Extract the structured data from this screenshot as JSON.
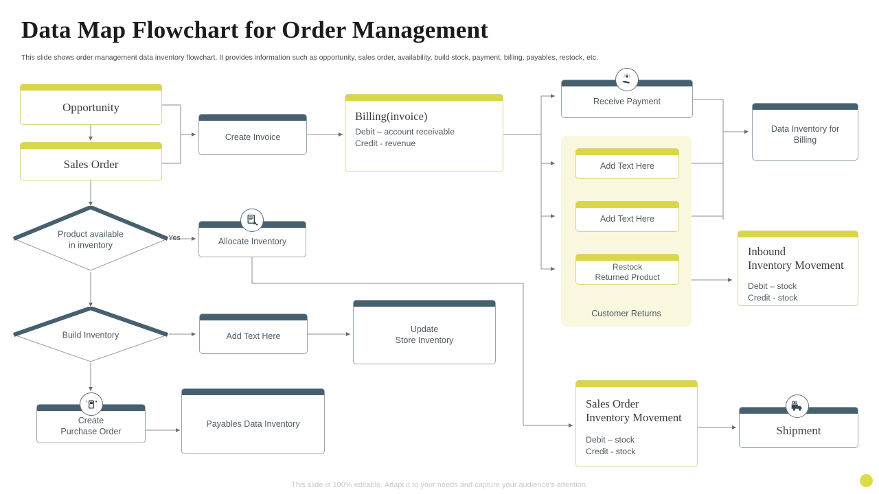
{
  "header": {
    "title": "Data Map Flowchart for Order Management",
    "subtitle": "This slide shows order management data inventory flowchart. It provides information such as opportunity, sales order, availability, build stock, payment, billing, payables, restock, etc."
  },
  "footer": {
    "note": "This slide is 100% editable. Adapt it to your needs and capture your audience's attention."
  },
  "colors": {
    "accent_yellow": "#d9d64a",
    "accent_dark": "#47606f",
    "panel_cream": "#f9f7dd",
    "text": "#4e5a62"
  },
  "nodes": {
    "opportunity": {
      "label": "Opportunity"
    },
    "sales_order": {
      "label": "Sales Order"
    },
    "create_invoice": {
      "label": "Create Invoice"
    },
    "billing": {
      "heading": "Billing(invoice)",
      "line1": "Debit – account receivable",
      "line2": "Credit - revenue"
    },
    "receive_payment": {
      "label": "Receive Payment",
      "icon": "hand-coins-icon"
    },
    "data_inventory_billing": {
      "line1": "Data Inventory  for",
      "line2": "Billing"
    },
    "add_text_1": {
      "label": "Add Text Here"
    },
    "add_text_2": {
      "label": "Add Text Here"
    },
    "restock": {
      "line1": "Restock",
      "line2": "Returned Product"
    },
    "customer_returns_caption": {
      "label": "Customer Returns"
    },
    "inbound_movement": {
      "heading_line1": "Inbound",
      "heading_line2": "Inventory Movement",
      "line1": "Debit – stock",
      "line2": "Credit - stock"
    },
    "product_available": {
      "line1": "Product available",
      "line2": "in inventory"
    },
    "yes_label": {
      "label": "Yes"
    },
    "allocate_inventory": {
      "label": "Allocate Inventory",
      "icon": "inventory-server-icon"
    },
    "build_inventory": {
      "label": "Build Inventory"
    },
    "add_text_3": {
      "label": "Add Text Here"
    },
    "update_store_inventory": {
      "line1": "Update",
      "line2": "Store Inventory"
    },
    "create_purchase_order": {
      "line1": "Create",
      "line2": "Purchase Order",
      "icon": "purchase-order-icon"
    },
    "payables_data_inventory": {
      "label": "Payables Data Inventory"
    },
    "sales_order_movement": {
      "heading_line1": "Sales Order",
      "heading_line2": "Inventory Movement",
      "line1": "Debit – stock",
      "line2": "Credit - stock"
    },
    "shipment": {
      "label": "Shipment",
      "icon": "delivery-truck-icon"
    }
  }
}
